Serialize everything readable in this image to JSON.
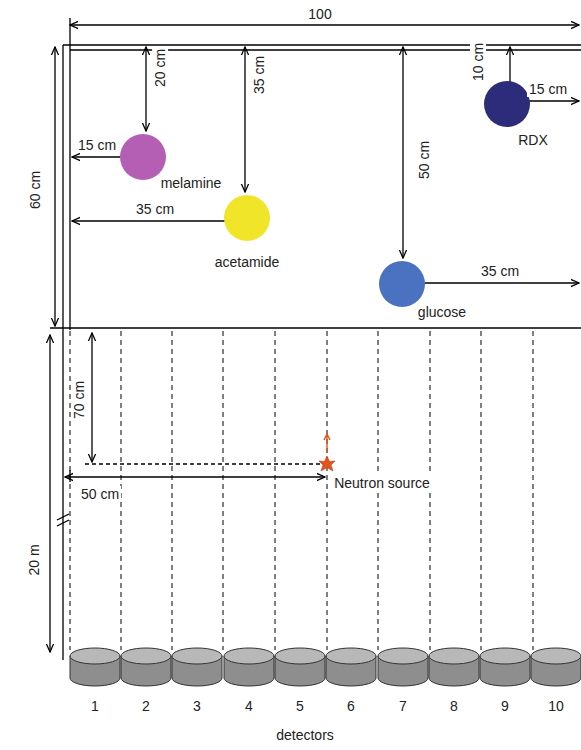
{
  "diagram": {
    "nodes": [
      {
        "text": [
          "melamine"
        ]
      },
      {
        "text": [
          "acetamide"
        ]
      },
      {
        "text": [
          "glucose"
        ]
      },
      {
        "text": [
          "RDX"
        ]
      },
      {
        "text": [
          "1"
        ]
      },
      {
        "text": [
          "2"
        ]
      },
      {
        "text": [
          "3"
        ]
      },
      {
        "text": [
          "4"
        ]
      },
      {
        "text": [
          "5"
        ]
      },
      {
        "text": [
          "6"
        ]
      },
      {
        "text": [
          "7"
        ]
      },
      {
        "text": [
          "8"
        ]
      },
      {
        "text": [
          "9"
        ]
      },
      {
        "text": [
          "10"
        ]
      }
    ],
    "labels": [
      "100",
      "20 cm",
      "15 cm",
      "35 cm",
      "35 cm",
      "50 cm",
      "10 cm",
      "15 cm",
      "35 cm",
      "60 cm",
      "70 cm",
      "50 cm",
      "Neutron source",
      "20 m",
      "detectors"
    ]
  }
}
